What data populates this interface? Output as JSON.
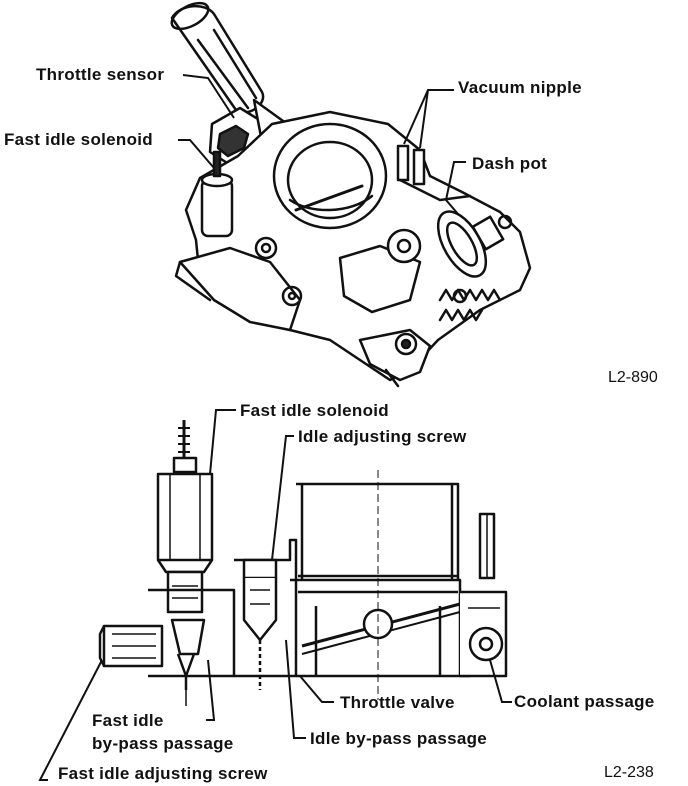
{
  "top_diagram": {
    "labels": {
      "throttle_sensor": "Throttle sensor",
      "fast_idle_solenoid": "Fast idle solenoid",
      "vacuum_nipple": "Vacuum nipple",
      "dash_pot": "Dash pot"
    },
    "figure_id": "L2-890"
  },
  "bottom_diagram": {
    "labels": {
      "fast_idle_solenoid": "Fast idle solenoid",
      "idle_adjusting_screw": "Idle adjusting screw",
      "throttle_valve": "Throttle valve",
      "coolant_passage": "Coolant passage",
      "fast_idle_bypass_line1": "Fast idle",
      "fast_idle_bypass_line2": "by-pass passage",
      "idle_bypass_passage": "Idle by-pass passage",
      "fast_idle_adjusting_screw": "Fast idle adjusting screw"
    },
    "figure_id": "L2-238"
  }
}
